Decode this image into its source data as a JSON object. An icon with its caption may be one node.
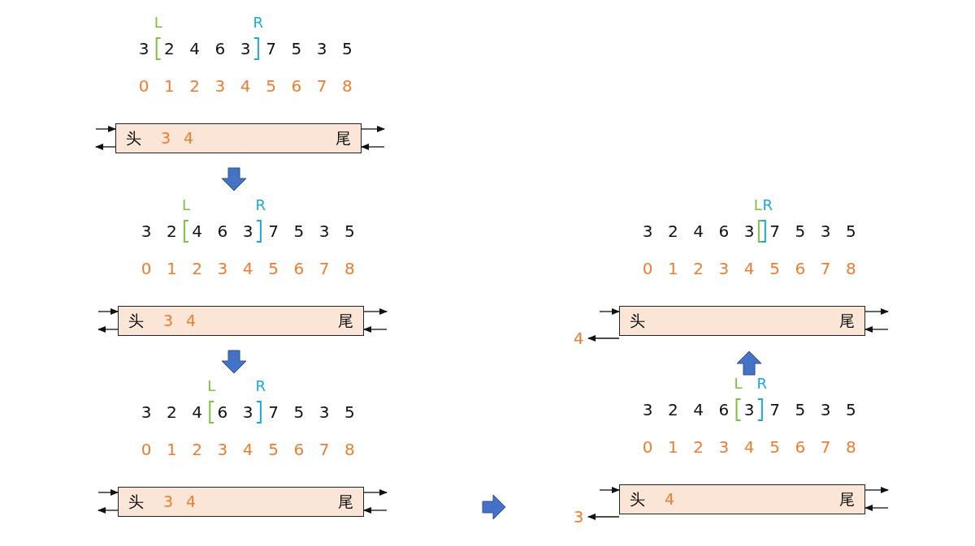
{
  "diagram": {
    "nodes": [
      {
        "text": [
          "头",
          "3",
          "4",
          "尾"
        ]
      },
      {
        "text": [
          "头",
          "3",
          "4",
          "尾"
        ]
      },
      {
        "text": [
          "头",
          "3",
          "4",
          "尾"
        ]
      },
      {
        "text": [
          "4"
        ]
      },
      {
        "text": [
          "头",
          "尾"
        ]
      },
      {
        "text": [
          "3"
        ]
      },
      {
        "text": [
          "头",
          "4",
          "尾"
        ]
      }
    ],
    "edges": [
      {
        "from": null,
        "to": 0,
        "arrow": "to"
      },
      {
        "from": 0,
        "to": null,
        "arrow": "to"
      },
      {
        "from": 0,
        "to": null,
        "arrow": "to"
      },
      {
        "from": null,
        "to": 0,
        "arrow": "to"
      },
      {
        "from": null,
        "to": 1,
        "arrow": "to"
      },
      {
        "from": 1,
        "to": null,
        "arrow": "to"
      },
      {
        "from": 1,
        "to": null,
        "arrow": "to"
      },
      {
        "from": null,
        "to": 1,
        "arrow": "to"
      },
      {
        "from": null,
        "to": 2,
        "arrow": "to"
      },
      {
        "from": 2,
        "to": null,
        "arrow": "to"
      },
      {
        "from": 2,
        "to": null,
        "arrow": "to"
      },
      {
        "from": null,
        "to": 2,
        "arrow": "to"
      },
      {
        "from": null,
        "to": 4,
        "arrow": "to"
      },
      {
        "from": 4,
        "to": 3,
        "arrow": "to"
      },
      {
        "from": 4,
        "to": null,
        "arrow": "to"
      },
      {
        "from": null,
        "to": 4,
        "arrow": "to"
      },
      {
        "from": null,
        "to": 6,
        "arrow": "to"
      },
      {
        "from": 6,
        "to": 5,
        "arrow": "to"
      },
      {
        "from": 6,
        "to": null,
        "arrow": "to"
      },
      {
        "from": null,
        "to": 6,
        "arrow": "to"
      }
    ],
    "labels": [
      "L",
      "R",
      "3",
      "2",
      "4",
      "6",
      "3",
      "7",
      "5",
      "3",
      "5",
      "0",
      "1",
      "2",
      "3",
      "4",
      "5",
      "6",
      "7",
      "8",
      "L",
      "R",
      "3",
      "2",
      "4",
      "6",
      "3",
      "7",
      "5",
      "3",
      "5",
      "0",
      "1",
      "2",
      "3",
      "4",
      "5",
      "6",
      "7",
      "8",
      "L",
      "R",
      "3",
      "2",
      "4",
      "6",
      "3",
      "7",
      "5",
      "3",
      "5",
      "0",
      "1",
      "2",
      "3",
      "4",
      "5",
      "6",
      "7",
      "8",
      "L",
      "R",
      "3",
      "2",
      "4",
      "6",
      "3",
      "7",
      "5",
      "3",
      "5",
      "0",
      "1",
      "2",
      "3",
      "4",
      "5",
      "6",
      "7",
      "8",
      "L",
      "R",
      "3",
      "2",
      "4",
      "6",
      "3",
      "7",
      "5",
      "3",
      "5",
      "0",
      "1",
      "2",
      "3",
      "4",
      "5",
      "6",
      "7",
      "8"
    ]
  }
}
